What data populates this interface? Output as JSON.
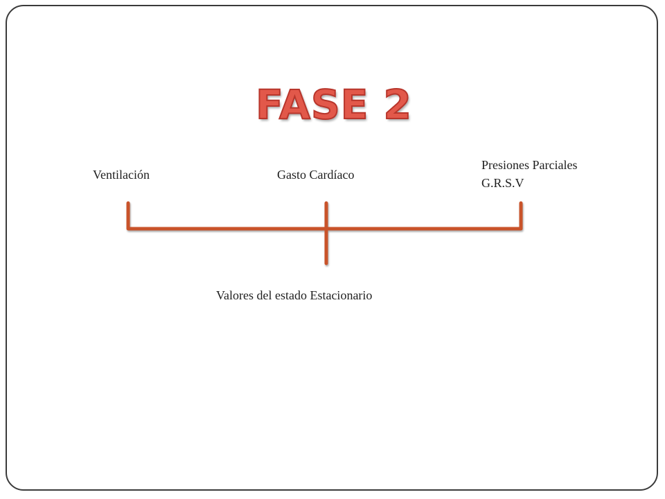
{
  "slide": {
    "title": "FASE 2"
  },
  "diagram": {
    "nodes": {
      "ventilacion": "Ventilación",
      "gasto": "Gasto Cardíaco",
      "presiones_line1": "Presiones Parciales",
      "presiones_line2": "G.R.S.V",
      "resultado": "Valores del estado Estacionario"
    }
  },
  "colors": {
    "connector": "#c9532b",
    "title": "#e2584a",
    "border": "#3a3a3a"
  }
}
